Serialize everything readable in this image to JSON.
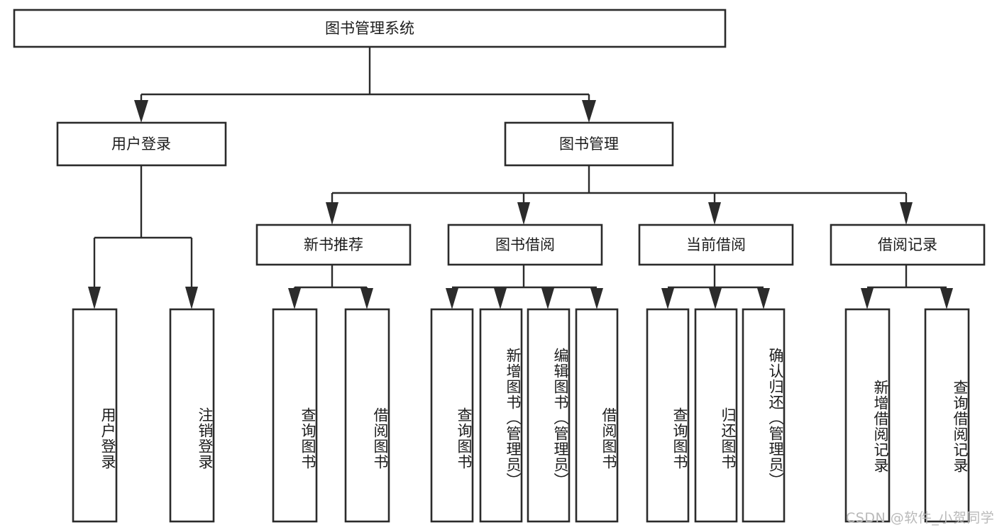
{
  "diagram": {
    "type": "tree-hierarchy",
    "title": "图书管理系统",
    "background_color": "#ffffff",
    "line_color": "#2b2b2b",
    "text_color": "#1c1c1c",
    "root": {
      "id": "root",
      "label": "图书管理系统",
      "orientation": "horizontal"
    },
    "level1": [
      {
        "id": "user-login",
        "label": "用户登录",
        "orientation": "horizontal"
      },
      {
        "id": "book-manage",
        "label": "图书管理",
        "orientation": "horizontal"
      }
    ],
    "level2": [
      {
        "id": "new-book-recommend",
        "label": "新书推荐",
        "parent": "book-manage",
        "orientation": "horizontal"
      },
      {
        "id": "book-borrow",
        "label": "图书借阅",
        "parent": "book-manage",
        "orientation": "horizontal"
      },
      {
        "id": "current-borrow",
        "label": "当前借阅",
        "parent": "book-manage",
        "orientation": "horizontal"
      },
      {
        "id": "borrow-record",
        "label": "借阅记录",
        "parent": "book-manage",
        "orientation": "horizontal"
      }
    ],
    "leaves": [
      {
        "id": "leaf-user-login",
        "label": "用户登录",
        "parent": "user-login",
        "orientation": "vertical"
      },
      {
        "id": "leaf-user-logout",
        "label": "注销登录",
        "parent": "user-login",
        "orientation": "vertical"
      },
      {
        "id": "leaf-query-book-1",
        "label": "查询图书",
        "parent": "new-book-recommend",
        "orientation": "vertical"
      },
      {
        "id": "leaf-borrow-book-1",
        "label": "借阅图书",
        "parent": "new-book-recommend",
        "orientation": "vertical"
      },
      {
        "id": "leaf-query-book-2",
        "label": "查询图书",
        "parent": "book-borrow",
        "orientation": "vertical"
      },
      {
        "id": "leaf-add-book",
        "label": "新增图书（管理员）",
        "parent": "book-borrow",
        "orientation": "vertical"
      },
      {
        "id": "leaf-edit-book",
        "label": "编辑图书（管理员）",
        "parent": "book-borrow",
        "orientation": "vertical"
      },
      {
        "id": "leaf-borrow-book-2",
        "label": "借阅图书",
        "parent": "book-borrow",
        "orientation": "vertical"
      },
      {
        "id": "leaf-query-book-3",
        "label": "查询图书",
        "parent": "current-borrow",
        "orientation": "vertical"
      },
      {
        "id": "leaf-return-book",
        "label": "归还图书",
        "parent": "current-borrow",
        "orientation": "vertical"
      },
      {
        "id": "leaf-confirm-return",
        "label": "确认归还（管理员）",
        "parent": "current-borrow",
        "orientation": "vertical"
      },
      {
        "id": "leaf-add-record",
        "label": "新增借阅记录",
        "parent": "borrow-record",
        "orientation": "vertical"
      },
      {
        "id": "leaf-query-record",
        "label": "查询借阅记录",
        "parent": "borrow-record",
        "orientation": "vertical"
      }
    ]
  },
  "watermark": {
    "text": "CSDN @软件_小贺同学"
  }
}
